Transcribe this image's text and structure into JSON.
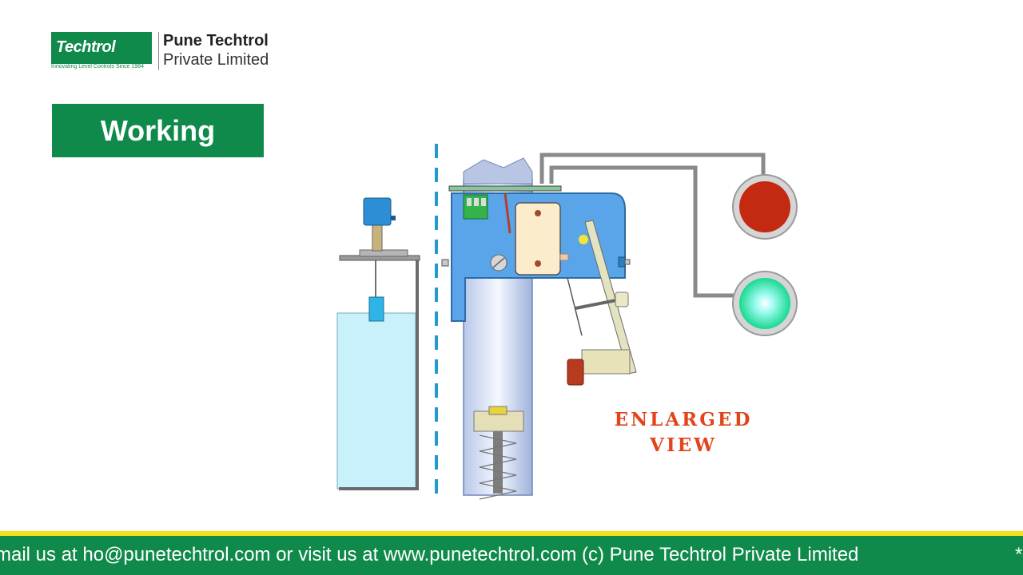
{
  "logo": {
    "brand": "Techtrol",
    "tagline": "Innovating Level Controls Since 1984",
    "company_line1": "Pune Techtrol",
    "company_line2": "Private Limited"
  },
  "section_title": "Working",
  "diagram": {
    "label_line1": "ENLARGED",
    "label_line2": "VIEW",
    "indicator_top_color": "#c42a12",
    "indicator_bottom_color": "#7dfbe8"
  },
  "footer": {
    "ticker": "mail us at ho@punetechtrol.com  or visit us at www.punetechtrol.com (c) Pune Techtrol Private Limited",
    "star": "*"
  },
  "colors": {
    "brand_green": "#0f8a4b",
    "accent_yellow": "#f7e11a",
    "label_red": "#e2441b"
  }
}
